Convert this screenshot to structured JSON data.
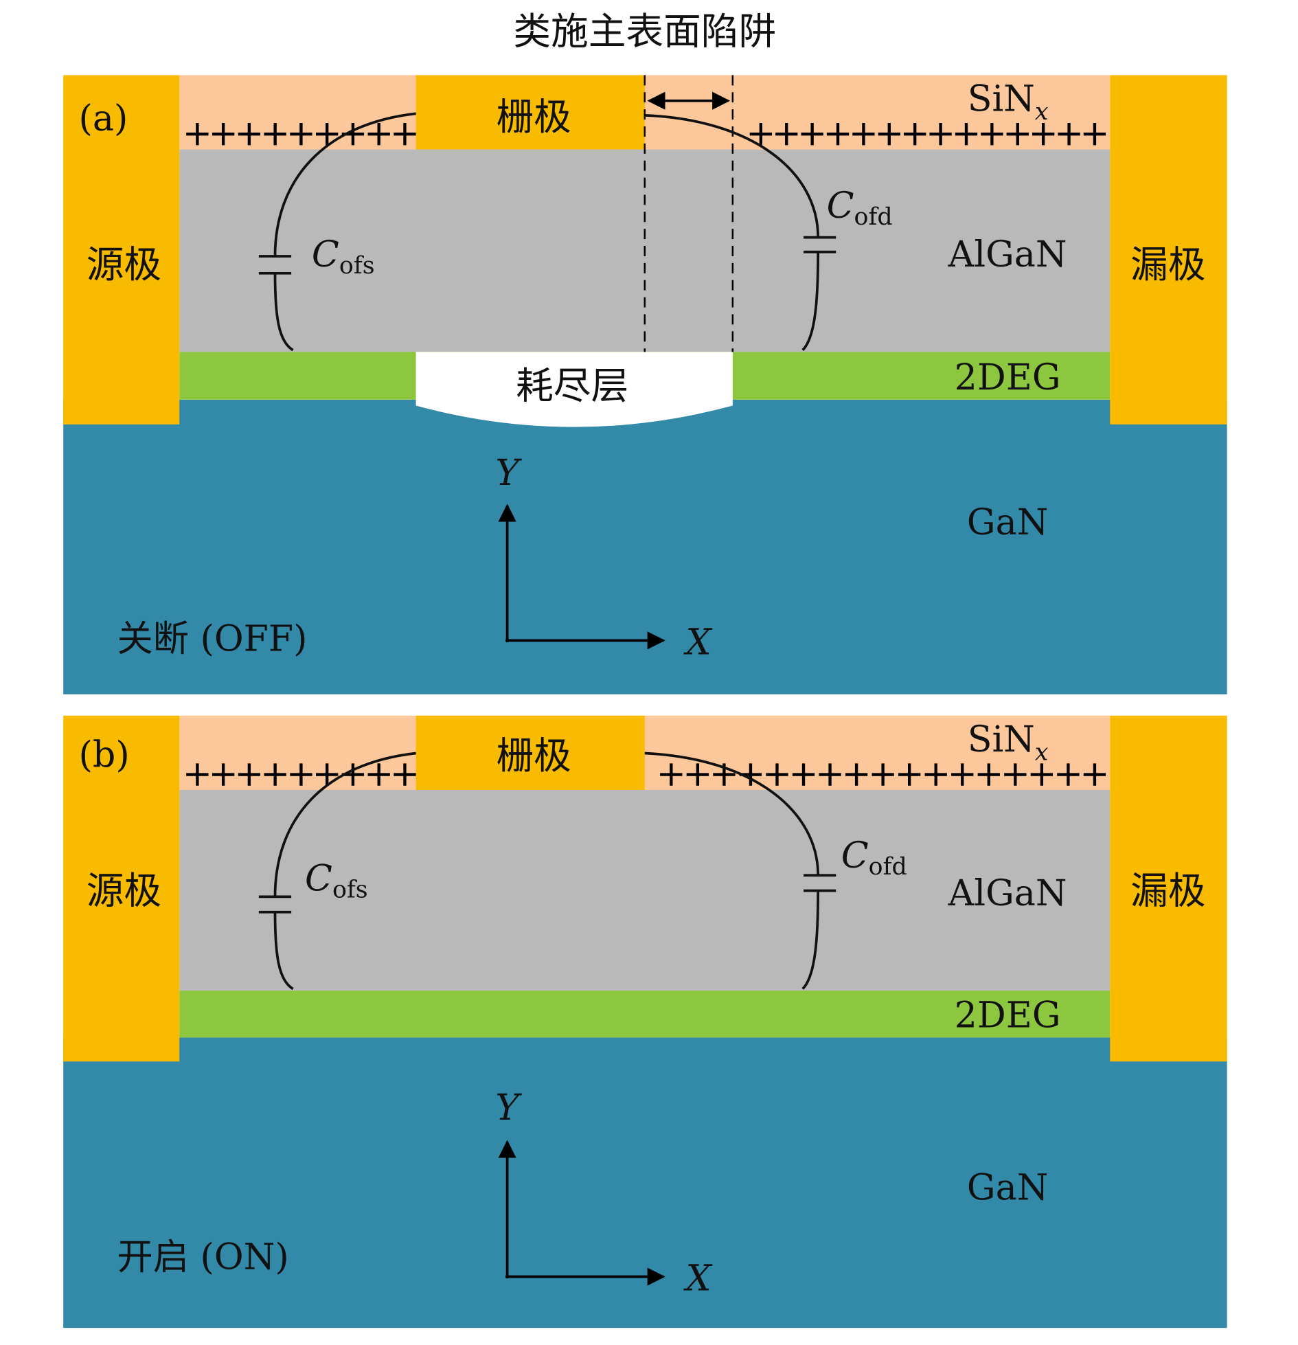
{
  "title": "类施主表面陷阱",
  "colors": {
    "electrode": "#F8BB00",
    "sin": "#FCC89B",
    "algan": "#B9B9B9",
    "twodeg": "#8DC63F",
    "gan": "#3389A8",
    "depletion": "#FFFFFF"
  },
  "panels": [
    {
      "tag": "(a)",
      "state": "关断 (OFF)",
      "gate": "栅极",
      "source": "源极",
      "drain": "漏极",
      "sin": "SiN",
      "sin_sub": "x",
      "algan": "AlGaN",
      "twodeg": "2DEG",
      "gan": "GaN",
      "depletion": "耗尽层",
      "cofs": "C",
      "cofs_sub": "ofs",
      "cofd": "C",
      "cofd_sub": "ofd",
      "x_axis": "X",
      "y_axis": "Y",
      "left_charges": 9,
      "right_charges": 14
    },
    {
      "tag": "(b)",
      "state": "开启 (ON)",
      "gate": "栅极",
      "source": "源极",
      "drain": "漏极",
      "sin": "SiN",
      "sin_sub": "x",
      "algan": "AlGaN",
      "twodeg": "2DEG",
      "gan": "GaN",
      "cofs": "C",
      "cofs_sub": "ofs",
      "cofd": "C",
      "cofd_sub": "ofd",
      "x_axis": "X",
      "y_axis": "Y",
      "left_charges": 9,
      "right_charges": 17
    }
  ]
}
